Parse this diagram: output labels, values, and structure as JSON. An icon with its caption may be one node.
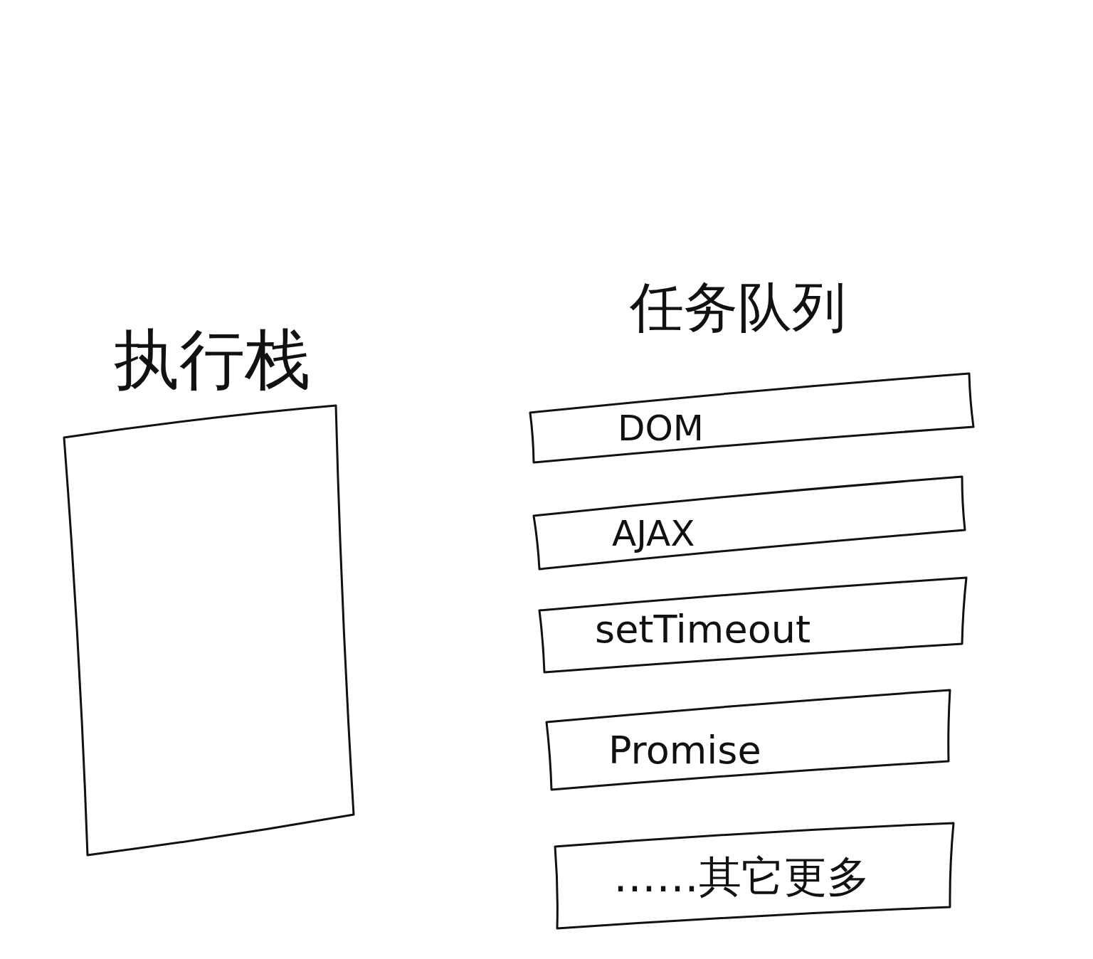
{
  "diagram": {
    "nodes": [
      {
        "text": [
          "执行栈"
        ]
      },
      {
        "text": [
          "DOM"
        ]
      },
      {
        "text": [
          "AJAX"
        ]
      },
      {
        "text": [
          "setTimeout"
        ]
      },
      {
        "text": [
          "Promise"
        ]
      },
      {
        "text": [
          "……其它更多"
        ]
      }
    ],
    "labels": [
      "任务队列"
    ]
  }
}
